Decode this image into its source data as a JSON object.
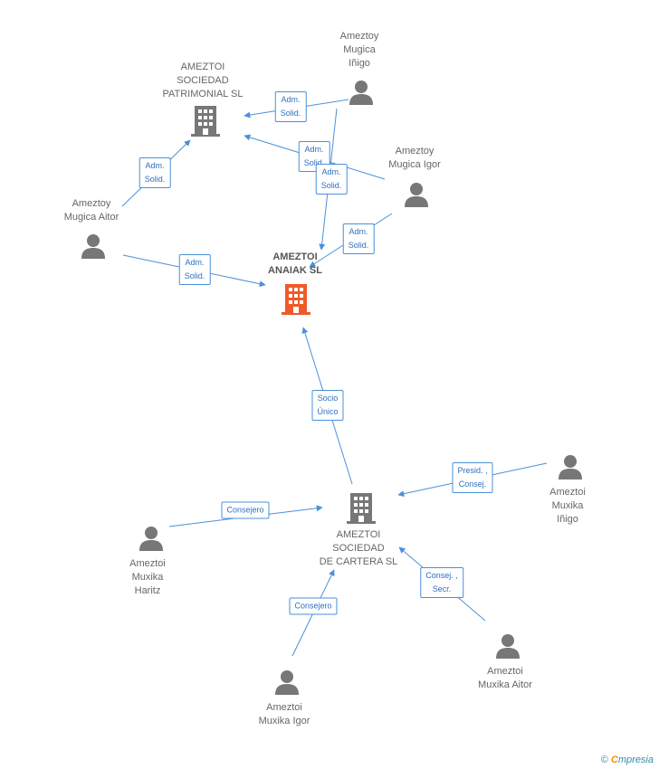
{
  "diagram": {
    "main": {
      "label": "AMEZTOI\nANAIAK SL",
      "color": "#f05a28"
    },
    "companies": [
      {
        "id": "patrimonial",
        "label": "AMEZTOI\nSOCIEDAD\nPATRIMONIAL SL"
      },
      {
        "id": "cartera",
        "label": "AMEZTOI\nSOCIEDAD\nDE CARTERA SL"
      }
    ],
    "people": [
      {
        "id": "inigo-mugica",
        "label": "Ameztoy\nMugica\nIñigo"
      },
      {
        "id": "igor-mugica",
        "label": "Ameztoy\nMugica Igor"
      },
      {
        "id": "aitor-mugica",
        "label": "Ameztoy\nMugica Aitor"
      },
      {
        "id": "inigo-muxika",
        "label": "Ameztoi\nMuxika\nIñigo"
      },
      {
        "id": "haritz-muxika",
        "label": "Ameztoi\nMuxika\nHaritz"
      },
      {
        "id": "aitor-muxika",
        "label": "Ameztoi\nMuxika Aitor"
      },
      {
        "id": "igor-muxika",
        "label": "Ameztoi\nMuxika Igor"
      }
    ],
    "relations": [
      {
        "label": "Adm.\nSolid."
      },
      {
        "label": "Adm.\nSolid."
      },
      {
        "label": "Adm.\nSolid."
      },
      {
        "label": "Adm.\nSolid."
      },
      {
        "label": "Adm.\nSolid."
      },
      {
        "label": "Adm.\nSolid."
      },
      {
        "label": "Socio\nÚnico"
      },
      {
        "label": "Presid. ,\nConsej."
      },
      {
        "label": "Consejero"
      },
      {
        "label": "Consejero"
      },
      {
        "label": "Consej. ,\nSecr."
      }
    ],
    "colors": {
      "edge": "#4a90d9",
      "icon": "#777777",
      "main_icon": "#f05a28"
    }
  },
  "footer": {
    "copyright": "©",
    "brand_initial": "C",
    "brand_rest": "mpresia"
  }
}
